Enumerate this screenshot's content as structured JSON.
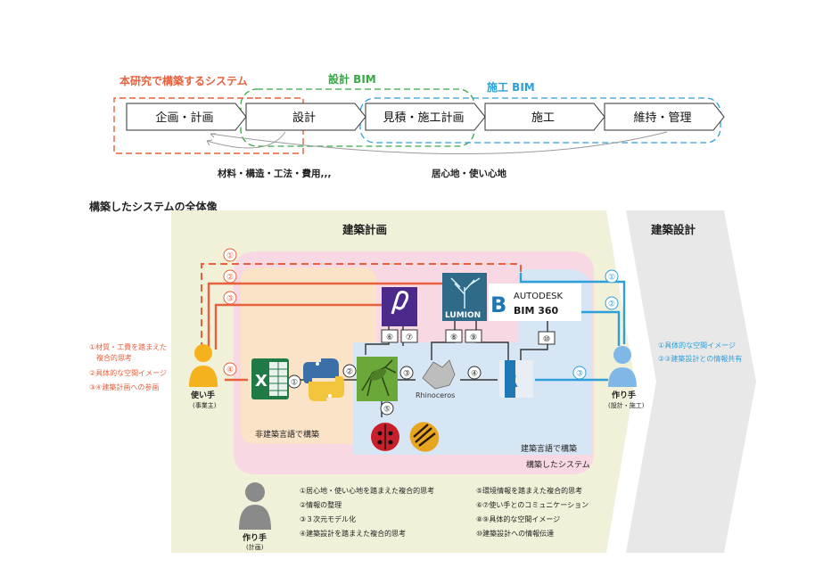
{
  "process_flow": {
    "system_label": "本研究で構築するシステム",
    "design_bim_label": "設計 BIM",
    "construction_bim_label": "施工 BIM",
    "stages": [
      "企画・計画",
      "設計",
      "見積・施工計画",
      "施工",
      "維持・管理"
    ],
    "feedback_materials": "材料・構造・工法・費用,,,",
    "feedback_comfort": "居心地・使い心地",
    "colors": {
      "system": "#e8603c",
      "design_bim": "#3aa845",
      "construction_bim": "#2e9fd8"
    }
  },
  "overview": {
    "title": "構築したシステムの全体像",
    "planning_heading": "建築計画",
    "design_heading": "建築設計",
    "non_arch_label": "非建築言語で構築",
    "arch_label": "建築言語で構築",
    "system_label": "構築したシステム",
    "user_label": "使い手",
    "user_sub": "(事業主)",
    "maker_label": "作り手",
    "maker_sub": "(設計・施工)",
    "planner_label": "作り手",
    "planner_sub": "(計画)",
    "numbers": [
      "①",
      "②",
      "③",
      "④",
      "⑤",
      "⑥",
      "⑦",
      "⑧",
      "⑨",
      "⑩"
    ],
    "left_notes": [
      "①材質・工費を踏まえた",
      "複合的思考",
      "②具体的な空間イメージ",
      "③④建築計画への参画"
    ],
    "right_notes": [
      "①具体的な空間イメージ",
      "②③建築設計との情報共有"
    ],
    "software": {
      "excel": "X",
      "rhino_name": "Rhinoceros",
      "lumion": "LUMION",
      "autodesk_line1": "AUTODESK",
      "autodesk_line2": "BIM 360",
      "autodesk_mark": "B",
      "revit_mark": "R"
    },
    "legend": [
      "①居心地・使い心地を踏まえた複合的思考",
      "②情報の整理",
      "③３次元モデル化",
      "④建築設計を踏まえた複合的思考",
      "⑤環境情報を踏まえた複合的思考",
      "⑥⑦使い手とのコミュニケーション",
      "⑧⑨具体的な空間イメージ",
      "⑩建築設計への情報伝達"
    ],
    "colors": {
      "planning_bg": "#f1f0d9",
      "design_arrow": "#e8e8e8",
      "system_bg": "#f8d9e3",
      "non_arch_bg": "#fbe3c8",
      "arch_bg": "#d7e6f5",
      "orange": "#e8603c",
      "blue": "#2e9fd8",
      "user_fill": "#f5b21c",
      "maker_fill": "#7fb8e6",
      "planner_fill": "#8a8a8a"
    }
  }
}
